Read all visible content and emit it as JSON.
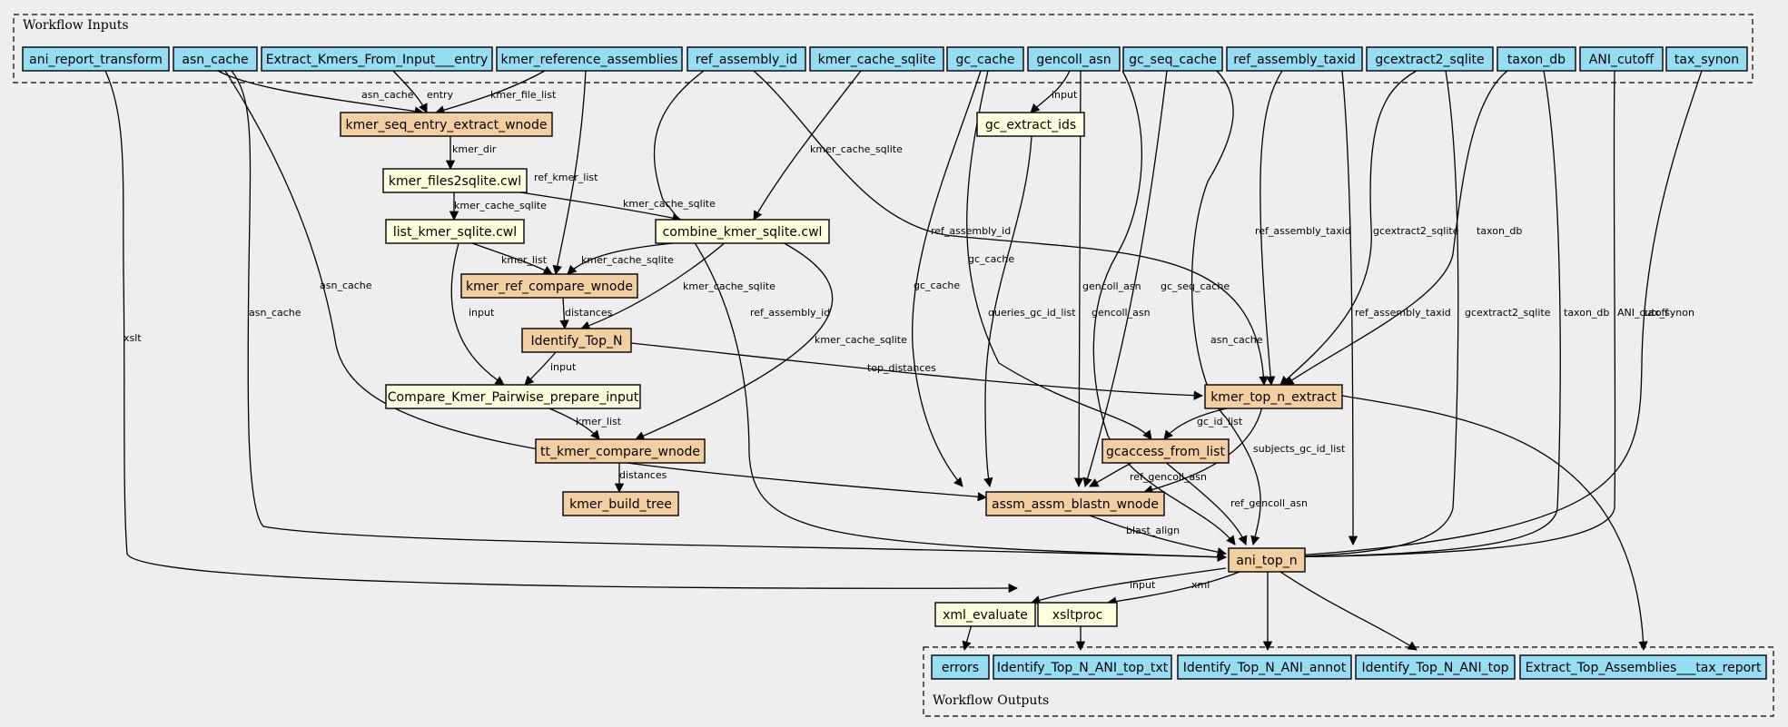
{
  "clusters": {
    "inputs": "Workflow Inputs",
    "outputs": "Workflow Outputs"
  },
  "colors": {
    "input": "#94ddf4",
    "tool": "#ffffdd",
    "subworkflow": "#f3cea1",
    "background": "#eeeeee"
  },
  "nodes": {
    "ani_report_transform": "ani_report_transform",
    "asn_cache": "asn_cache",
    "extract_kmers_entry": "Extract_Kmers_From_Input___entry",
    "kmer_reference_assemblies": "kmer_reference_assemblies",
    "ref_assembly_id": "ref_assembly_id",
    "kmer_cache_sqlite": "kmer_cache_sqlite",
    "gc_cache": "gc_cache",
    "gencoll_asn": "gencoll_asn",
    "gc_seq_cache": "gc_seq_cache",
    "ref_assembly_taxid": "ref_assembly_taxid",
    "gcextract2_sqlite": "gcextract2_sqlite",
    "taxon_db": "taxon_db",
    "ANI_cutoff": "ANI_cutoff",
    "tax_synon": "tax_synon",
    "kmer_seq_entry_extract_wnode": "kmer_seq_entry_extract_wnode",
    "gc_extract_ids": "gc_extract_ids",
    "kmer_files2sqlite": "kmer_files2sqlite.cwl",
    "list_kmer_sqlite": "list_kmer_sqlite.cwl",
    "combine_kmer_sqlite": "combine_kmer_sqlite.cwl",
    "kmer_ref_compare_wnode": "kmer_ref_compare_wnode",
    "identify_top_n": "Identify_Top_N",
    "compare_kmer_pairwise": "Compare_Kmer_Pairwise_prepare_input",
    "kmer_top_n_extract": "kmer_top_n_extract",
    "tt_kmer_compare_wnode": "tt_kmer_compare_wnode",
    "gcaccess_from_list": "gcaccess_from_list",
    "kmer_build_tree": "kmer_build_tree",
    "assm_assm_blastn_wnode": "assm_assm_blastn_wnode",
    "ani_top_n": "ani_top_n",
    "xml_evaluate": "xml_evaluate",
    "xsltproc": "xsltproc",
    "errors": "errors",
    "out_ani_top_txt": "Identify_Top_N_ANI_top_txt",
    "out_ani_annot": "Identify_Top_N_ANI_annot",
    "out_ani_top": "Identify_Top_N_ANI_top",
    "out_tax_report": "Extract_Top_Assemblies___tax_report"
  },
  "edge_labels": {
    "asn_cache_to_seq": "asn_cache",
    "entry": "entry",
    "kmer_file_list": "kmer_file_list",
    "input_gc": "input",
    "kmer_dir": "kmer_dir",
    "ref_kmer_list": "ref_kmer_list",
    "kmer_cache_sqlite_1": "kmer_cache_sqlite",
    "kmer_cache_sqlite_2": "kmer_cache_sqlite",
    "kmer_cache_sqlite_3": "kmer_cache_sqlite",
    "kmer_cache_sqlite_4": "kmer_cache_sqlite",
    "kmer_cache_sqlite_5": "kmer_cache_sqlite",
    "kmer_cache_sqlite_6": "kmer_cache_sqlite",
    "ref_assembly_id_1": "ref_assembly_id",
    "ref_assembly_id_2": "ref_assembly_id",
    "ref_assembly_taxid_1": "ref_assembly_taxid",
    "ref_assembly_taxid_2": "ref_assembly_taxid",
    "gcextract2_sqlite_1": "gcextract2_sqlite",
    "gcextract2_sqlite_2": "gcextract2_sqlite",
    "taxon_db_1": "taxon_db",
    "taxon_db_2": "taxon_db",
    "gc_cache_1": "gc_cache",
    "gc_cache_2": "gc_cache",
    "asn_cache_1": "asn_cache",
    "asn_cache_2": "asn_cache",
    "asn_cache_3": "asn_cache",
    "kmer_list_1": "kmer_list",
    "kmer_list_2": "kmer_list",
    "distances_1": "distances",
    "distances_2": "distances",
    "input_1": "input",
    "input_2": "input",
    "input_3": "input",
    "xslt": "xslt",
    "xml": "xml",
    "queries_gc_id_list": "queries_gc_id_list",
    "gencoll_asn_1": "gencoll_asn",
    "gencoll_asn_2": "gencoll_asn",
    "gc_seq_cache": "gc_seq_cache",
    "top_distances": "top_distances",
    "gc_id_list": "gc_id_list",
    "subjects_gc_id_list": "subjects_gc_id_list",
    "ref_gencoll_asn_1": "ref_gencoll_asn",
    "ref_gencoll_asn_2": "ref_gencoll_asn",
    "blast_align": "blast_align",
    "ani_cutoff": "ANI_cutoff",
    "tax_synon": "tax_synon"
  }
}
